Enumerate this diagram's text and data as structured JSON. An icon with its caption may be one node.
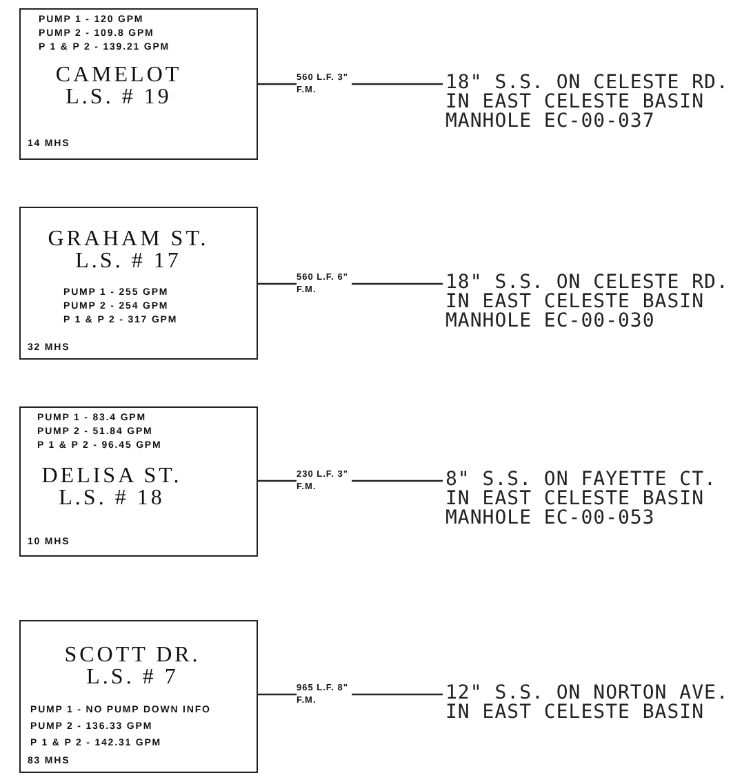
{
  "diagram": {
    "nodes": [
      {
        "text": [
          "PUMP 1 - 120 GPM",
          "PUMP 2 - 109.8 GPM",
          "P 1 & P 2 - 139.21 GPM",
          "CAMELOT",
          "L.S. # 19",
          "14 MHS"
        ]
      },
      {
        "text": [
          "18\" S.S. ON CELESTE RD. IN EAST CELESTE BASIN MANHOLE EC-00-037"
        ]
      },
      {
        "text": [
          "GRAHAM ST.",
          "L.S. # 17",
          "PUMP 1 - 255 GPM",
          "PUMP 2 - 254 GPM",
          "P 1 & P 2 - 317 GPM",
          "32 MHS"
        ]
      },
      {
        "text": [
          "18\" S.S. ON CELESTE RD. IN EAST CELESTE BASIN MANHOLE EC-00-030"
        ]
      },
      {
        "text": [
          "PUMP 1 - 83.4 GPM",
          "PUMP 2 - 51.84 GPM",
          "P 1 & P 2 - 96.45 GPM",
          "DELISA ST.",
          "L.S. # 18",
          "10 MHS"
        ]
      },
      {
        "text": [
          "8\" S.S. ON FAYETTE CT. IN EAST CELESTE BASIN MANHOLE EC-00-053"
        ]
      },
      {
        "text": [
          "SCOTT DR.",
          "L.S. # 7",
          "PUMP 1 - NO PUMP DOWN INFO",
          "PUMP 2 - 136.33 GPM",
          "P 1 & P 2 - 142.31 GPM",
          "83 MHS"
        ]
      },
      {
        "text": [
          "12\" S.S. ON NORTON AVE. IN EAST CELESTE BASIN"
        ]
      }
    ],
    "edges": [
      {
        "from": 0,
        "to": 1,
        "arrow": "none",
        "label": "560 L.F. 3\" F.M."
      },
      {
        "from": 2,
        "to": 3,
        "arrow": "none",
        "label": "560 L.F. 6\" F.M."
      },
      {
        "from": 4,
        "to": 5,
        "arrow": "none",
        "label": "230 L.F. 3\" F.M."
      },
      {
        "from": 6,
        "to": 7,
        "arrow": "none",
        "label": "965 L.F. 8\" F.M."
      }
    ]
  }
}
